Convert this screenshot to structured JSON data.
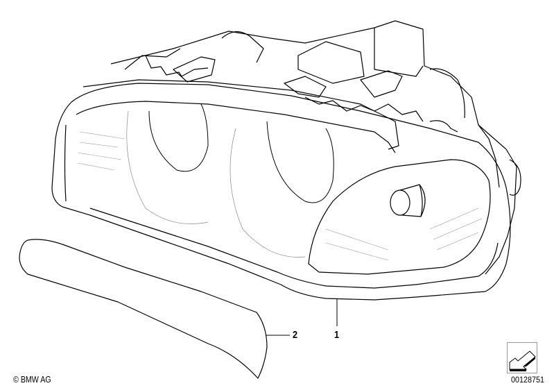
{
  "diagram": {
    "callouts": [
      {
        "number": "1",
        "part": "headlight-assembly"
      },
      {
        "number": "2",
        "part": "headlight-trim-strip"
      }
    ],
    "copyright": "© BMW AG",
    "image_number": "00128751",
    "nav_icon": "arrow-down-left-icon"
  }
}
